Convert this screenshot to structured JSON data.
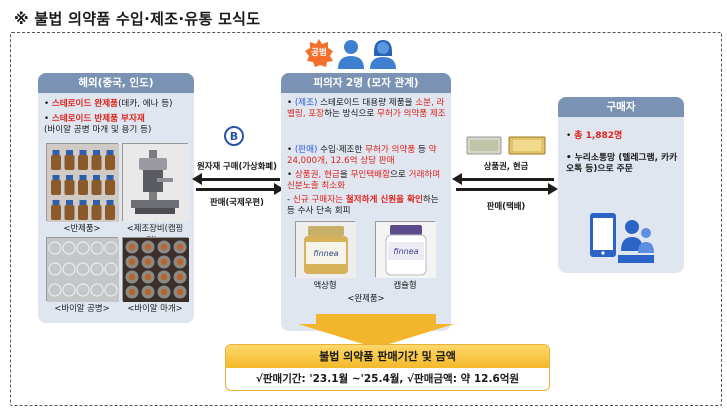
{
  "title": "※ 불법 의약품 수입·제조·유통 모식도",
  "overseas": {
    "header": "해외(중국, 인도)",
    "b1_red": "스테로이드 완제품",
    "b1_rest": "(데카, 에나 등)",
    "b2_red": "스테로이드 반제품 부자재",
    "b2_rest": "(바이알 공병 마개 및 용기 등)",
    "cap_semi": "<반제품>",
    "cap_equip": "<제조장비(캡핑기)>",
    "cap_vial": "<바이알 공병>",
    "cap_cap": "<바이알 마개>"
  },
  "left_arrow_top": "원자재 구매(가상화폐)",
  "left_arrow_bottom": "판매(국제우편)",
  "suspect": {
    "badge": "공범",
    "header": "피의자 2명 (모자 관계)",
    "i1_pre": "(제조)",
    "i1_mid": " 스테로이드 대용량 제품을 ",
    "i1_red": "소분, 라벨링, 포장",
    "i1_after": "하는 방식으로 ",
    "i1_red2": "무허가 의약품 제조",
    "i2_pre": "(판매)",
    "i2_mid": " 수입·제조한 ",
    "i2_red": "무허가 의약품",
    "i2_after": " 등 ",
    "i2_red2": "약24,000개, 12.6억 상당 판매",
    "i3_red": "상품권, 현금",
    "i3_mid": "을 ",
    "i3_red2": "무인택배함",
    "i3_after": "으로 ",
    "i3_red3": "거래하며 신분노출 최소화",
    "i4_red": "신규 구매자는 ",
    "i4_b": "철저하게 신원을 확인",
    "i4_after": "하는 등 수사 단속 회피",
    "cap_liquid": "액상형",
    "cap_capsule": "캡슐형",
    "cap_finished": "<완제품>"
  },
  "buyer": {
    "header": "구매자",
    "total": "총 1,882명",
    "channel": "누리소통망 (텔레그램, 카카오톡 등)으로 주문"
  },
  "right_arrow_top": "상품권, 현금",
  "right_arrow_bottom": "판매(택배)",
  "summary": {
    "heading": "불법 의약품 판매기간 및 금액",
    "detail": "√판매기간: '23.1월 ~'25.4월, √판매금액: 약 12.6억원"
  }
}
